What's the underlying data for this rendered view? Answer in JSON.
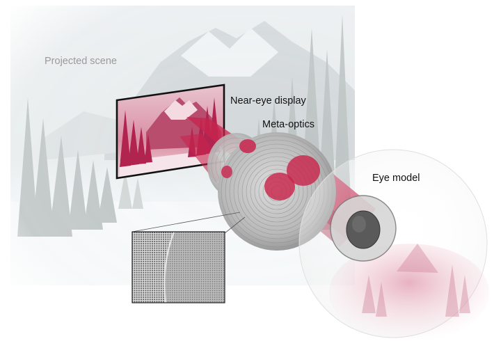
{
  "labels": {
    "projected_scene": "Projected scene",
    "near_eye_display": "Near-eye display",
    "meta_optics": "Meta-optics",
    "eye_model": "Eye model"
  },
  "colors": {
    "beam": "#c8244c",
    "display_tint": "#c0345e",
    "scene_haze": "#eef2f3",
    "lens_grey": "#a9a9a9",
    "pupil": "#5a5a5a"
  }
}
